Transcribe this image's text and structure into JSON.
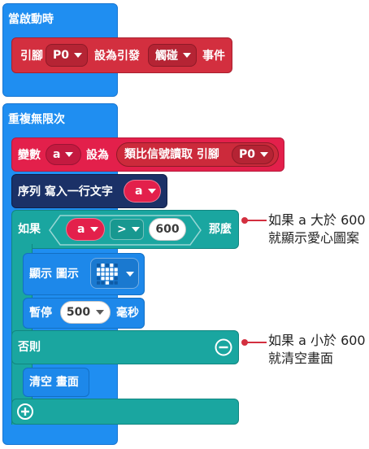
{
  "on_start": {
    "label": "當啟動時"
  },
  "pin_event": {
    "prefix": "引腳",
    "pin": "P0",
    "middle": "設為引發",
    "event": "觸碰",
    "suffix": "事件"
  },
  "forever": {
    "label": "重複無限次"
  },
  "set_var": {
    "prefix": "變數",
    "var": "a",
    "middle": "設為"
  },
  "analog_read": {
    "label": "類比信號讀取 引腳",
    "pin": "P0"
  },
  "serial_write": {
    "label": "序列 寫入一行文字",
    "var": "a"
  },
  "if_block": {
    "if_label": "如果",
    "var": "a",
    "operator": ">",
    "value": "600",
    "then_label": "那麼",
    "else_label": "否則"
  },
  "show_icon": {
    "label": "顯示 圖示",
    "icon": "heart-icon"
  },
  "pause": {
    "label": "暫停",
    "value": "500",
    "unit": "毫秒"
  },
  "clear_screen": {
    "label": "清空 畫面"
  },
  "annotations": [
    {
      "line1": "如果 a 大於 600",
      "line2": "就顯示愛心圖案"
    },
    {
      "line1": "如果 a 小於 600",
      "line2": "就清空畫面"
    }
  ],
  "colors": {
    "basic": "#1f8ef1",
    "input": "#d32f3f",
    "variable": "#e3204b",
    "serial": "#1b3167",
    "logic": "#1aa6a0",
    "annotation_line": "#d32f3f"
  }
}
